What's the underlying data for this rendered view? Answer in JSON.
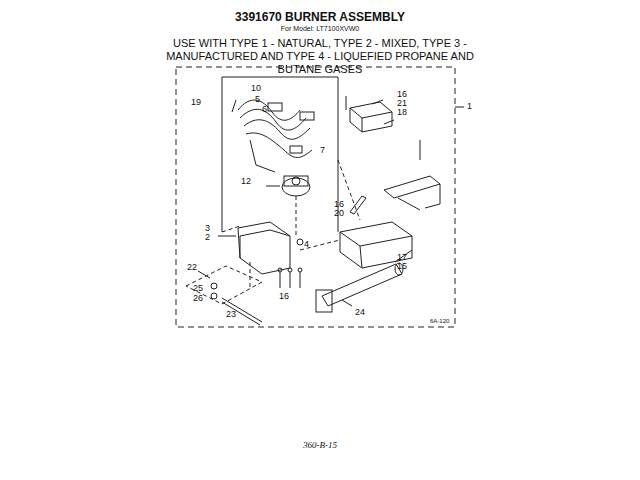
{
  "diagram": {
    "title": "3391670 BURNER ASSEMBLY",
    "labels": [
      "For Model: LT7100XVW0",
      "USE WITH TYPE 1 - NATURAL, TYPE 2 - MIXED, TYPE 3 - MANUFACTURED AND TYPE 4 - LIQUEFIED PROPANE AND BUTANE GASES",
      "19",
      "10",
      "5",
      "6",
      "7",
      "12",
      "3",
      "2",
      "4",
      "16",
      "21",
      "18",
      "1",
      "16",
      "20",
      "17",
      "15",
      "22",
      "25",
      "26",
      "16",
      "23",
      "24",
      "6A-120",
      "360-B-15"
    ]
  }
}
